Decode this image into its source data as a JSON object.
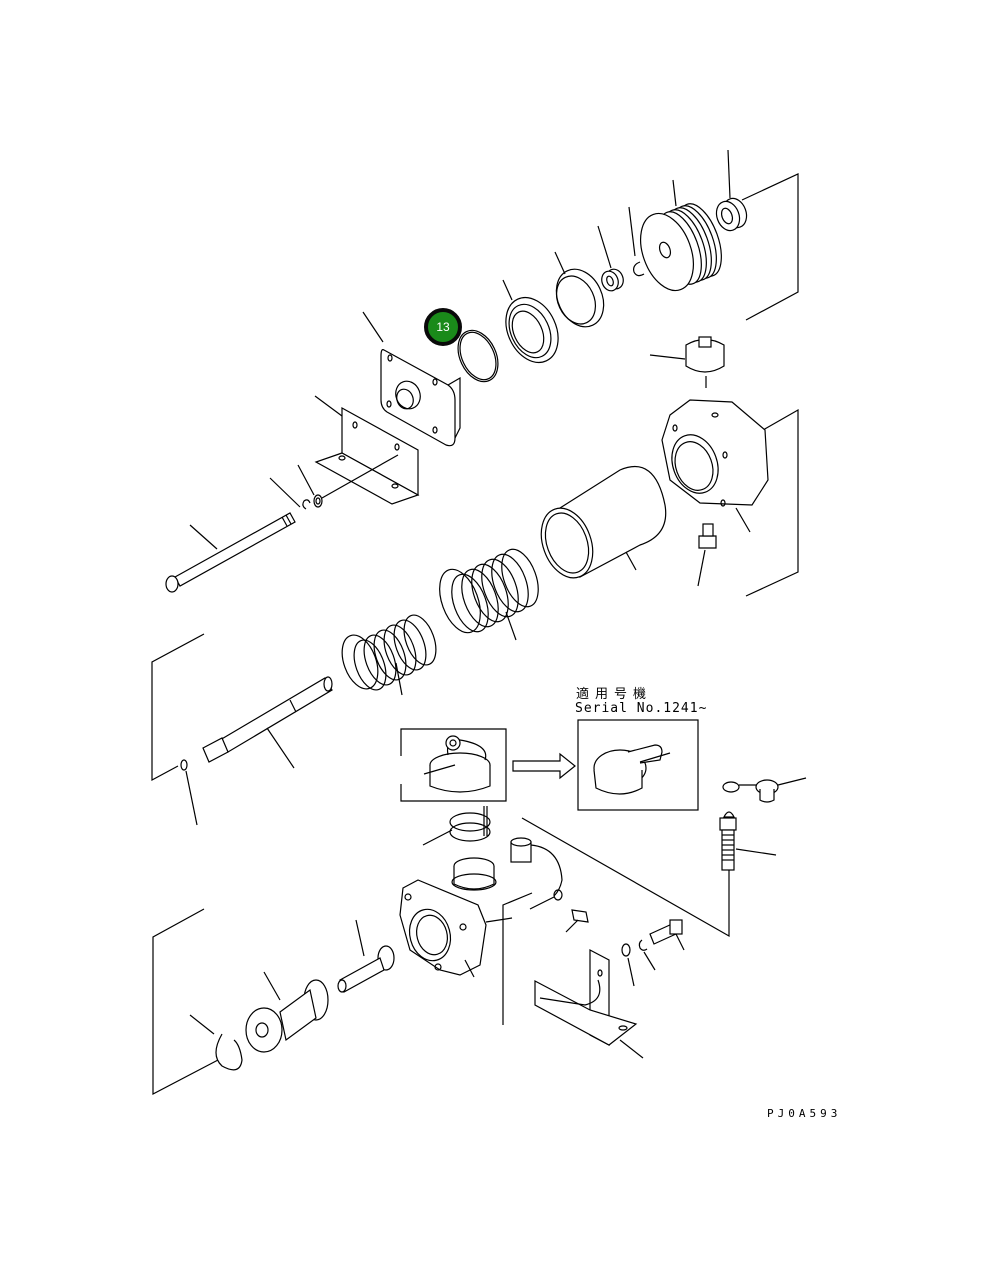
{
  "diagram": {
    "type": "exploded-parts-diagram",
    "colors": {
      "line": "#000000",
      "background": "#ffffff",
      "callout_fill": "#1a8a1a",
      "callout_border": "#0a0a0a",
      "callout_text": "#ffffff"
    },
    "highlighted_callout": {
      "label": "13"
    },
    "serial_note": {
      "japanese_label": "適用号機",
      "serial_text": "Serial No.1241~"
    },
    "drawing_code": "PJ0A593"
  }
}
